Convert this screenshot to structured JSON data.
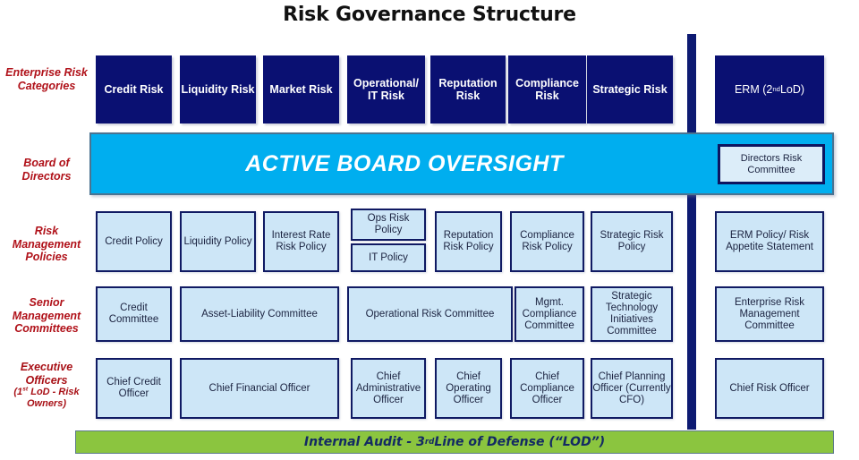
{
  "title": "Risk Governance Structure",
  "colors": {
    "navy": "#0A1072",
    "light_blue": "#CDE6F7",
    "band_cyan": "#00AEEF",
    "audit_green": "#8BC53F",
    "label_red": "#B01119",
    "divider_navy": "#0D1A72"
  },
  "row_labels": {
    "enterprise_risk_categories": "Enterprise Risk Categories",
    "board_of_directors": "Board of Directors",
    "risk_management_policies": "Risk Management Policies",
    "senior_management_committees": "Senior Management Committees",
    "executive_officers": "Executive Officers",
    "executive_officers_sub": "(1st LoD - Risk Owners)"
  },
  "rows": {
    "risk_categories": {
      "left": [
        "Credit Risk",
        "Liquidity Risk",
        "Market Risk",
        "Operational/ IT Risk",
        "Reputation Risk",
        "Compliance Risk",
        "Strategic Risk"
      ],
      "right": "ERM (2nd LoD)"
    },
    "board": {
      "band_text": "ACTIVE BOARD OVERSIGHT",
      "committee": "Directors Risk Committee"
    },
    "policies": {
      "left": [
        "Credit Policy",
        "Liquidity Policy",
        "Interest Rate Risk Policy",
        "Ops Risk Policy",
        "IT Policy",
        "Reputation Risk Policy",
        "Compliance Risk Policy",
        "Strategic Risk Policy"
      ],
      "right": "ERM Policy/ Risk Appetite Statement"
    },
    "committees": {
      "left": [
        "Credit Committee",
        "Asset-Liability Committee",
        "Operational Risk Committee",
        "Mgmt. Compliance Committee",
        "Strategic Technology Initiatives Committee"
      ],
      "right": "Enterprise Risk Management Committee"
    },
    "officers": {
      "left": [
        "Chief Credit Officer",
        "Chief Financial Officer",
        "Chief Administrative Officer",
        "Chief Operating Officer",
        "Chief Compliance Officer",
        "Chief Planning Officer (Currently CFO)"
      ],
      "right": "Chief Risk Officer"
    }
  },
  "audit_bar": {
    "prefix": "Internal Audit - 3",
    "sup": "rd",
    "suffix": " Line of Defense (“LOD”)"
  }
}
